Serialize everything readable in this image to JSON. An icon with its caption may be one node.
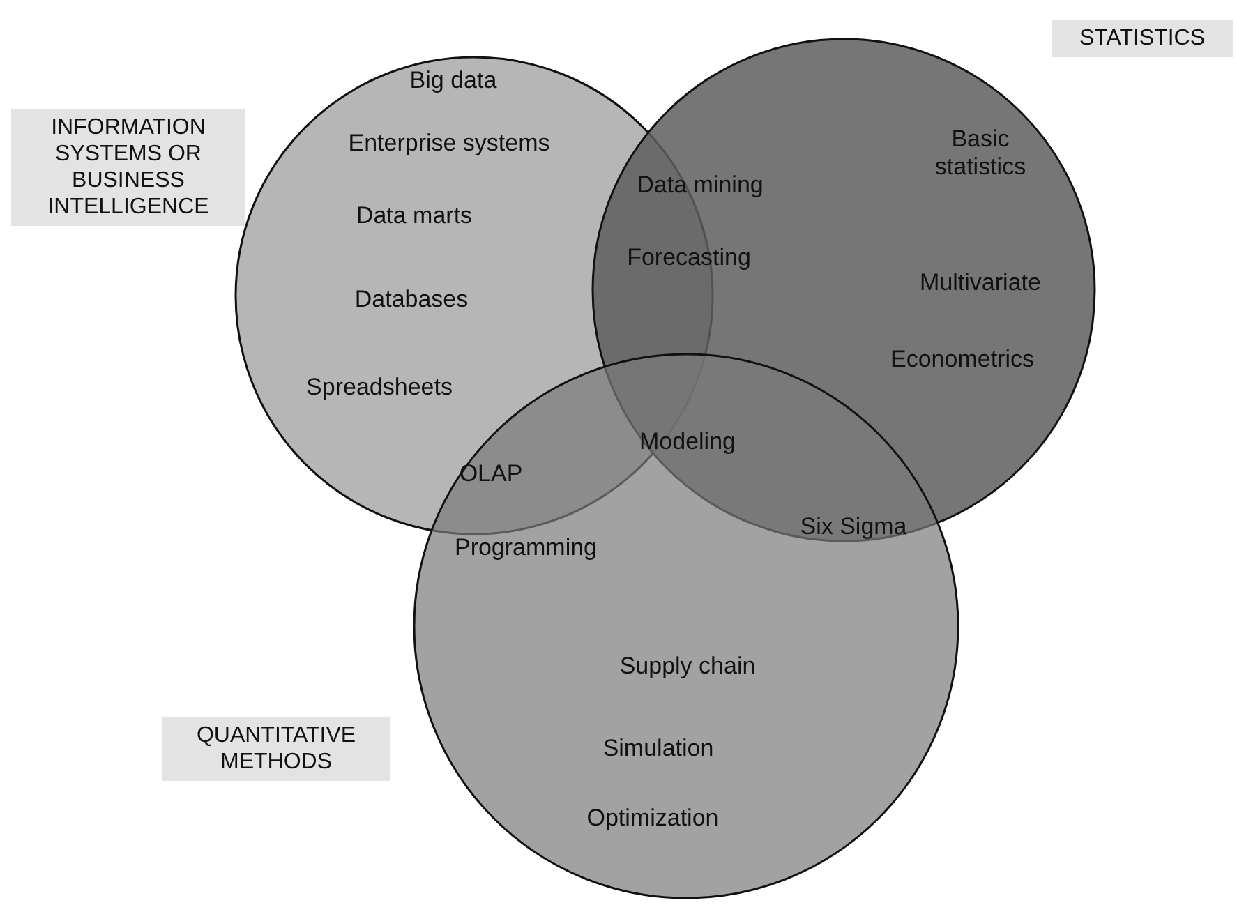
{
  "diagram": {
    "nodes": [
      {
        "text": [
          "INFORMATION SYSTEMS OR BUSINESS INTELLIGENCE"
        ]
      },
      {
        "text": [
          "STATISTICS"
        ]
      },
      {
        "text": [
          "QUANTITATIVE METHODS"
        ]
      }
    ],
    "edges": [],
    "labels": [
      "Big data",
      "Enterprise systems",
      "Data marts",
      "Databases",
      "Spreadsheets",
      "Data mining",
      "Forecasting",
      "Basic statistics",
      "Multivariate",
      "Econometrics",
      "Modeling",
      "OLAP",
      "Programming",
      "Six Sigma",
      "Supply chain",
      "Simulation",
      "Optimization"
    ]
  }
}
